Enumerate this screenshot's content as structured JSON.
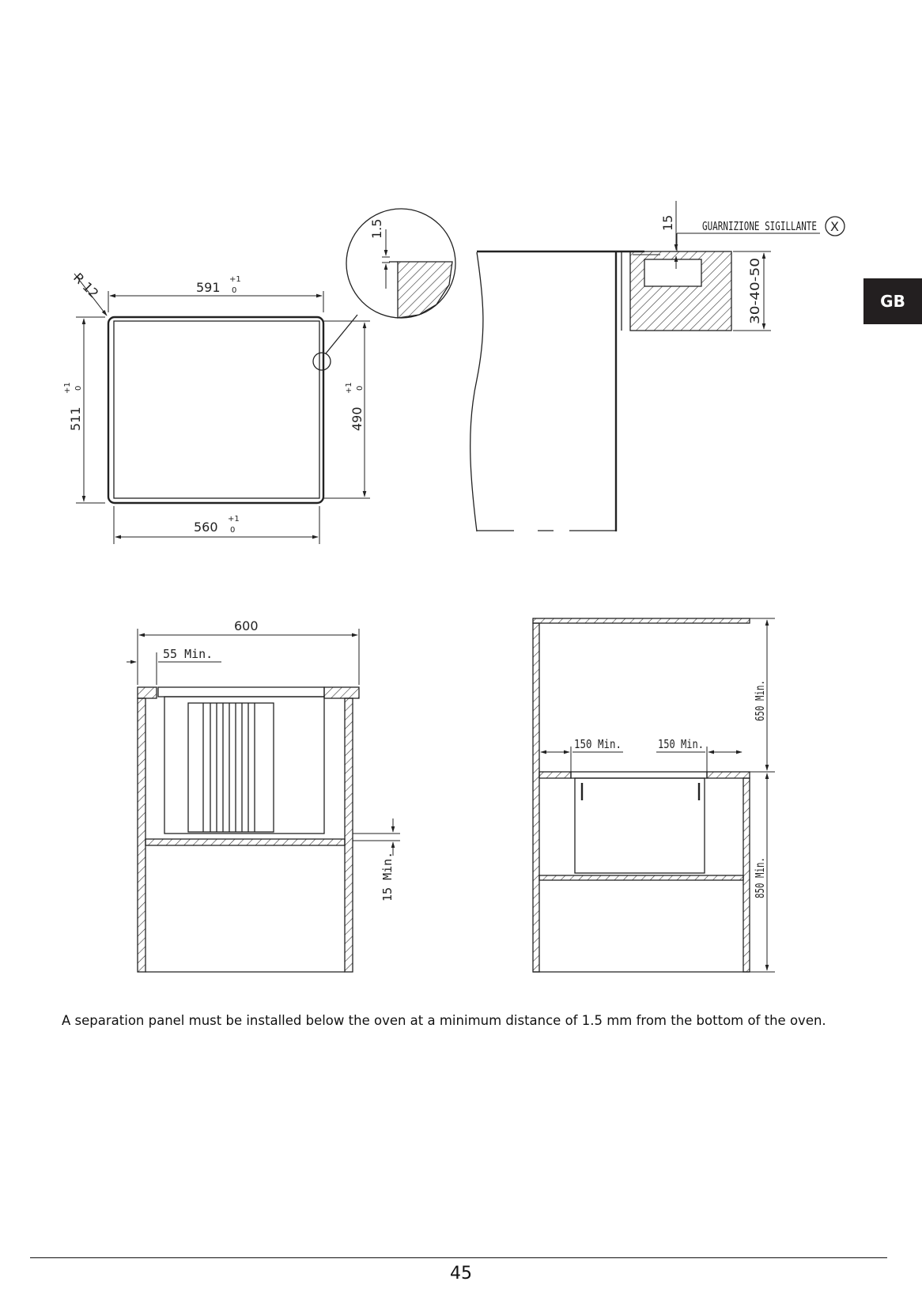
{
  "side_tab": {
    "label": "GB"
  },
  "figure_top_left": {
    "radius": "R 12",
    "width_top": "591",
    "width_bottom": "560",
    "height_left": "511",
    "height_right": "490",
    "tol_plus": "+1",
    "tol_zero": "0",
    "detail_gap": "1.5"
  },
  "figure_top_right": {
    "gap": "15",
    "seal_label": "GUARNIZIONE SIGILLANTE",
    "seal_marker": "X",
    "thickness": "30-40-50"
  },
  "figure_bottom_left": {
    "width": "600",
    "min_gap": "55 Min.",
    "panel_gap": "15 Min."
  },
  "figure_bottom_right": {
    "left_clearance": "150 Min.",
    "right_clearance": "150 Min.",
    "upper_height": "650 Min.",
    "lower_height": "850 Min."
  },
  "caption": "A separation panel must be installed below the oven at a minimum distance of 1.5 mm from the bottom of the oven.",
  "page_number": "45"
}
